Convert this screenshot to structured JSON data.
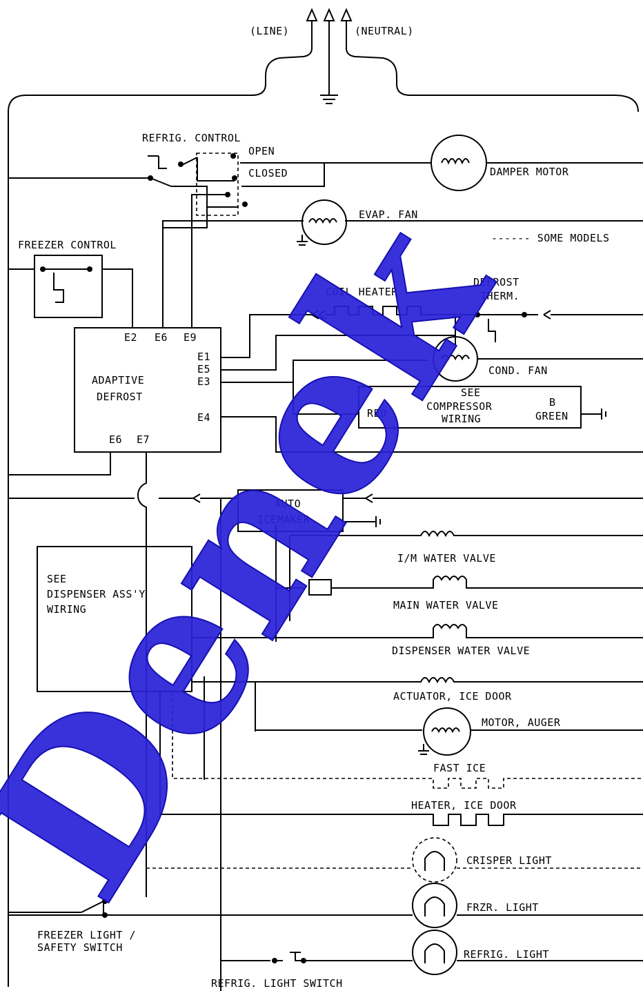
{
  "labels": {
    "line": "(LINE)",
    "neutral": "(NEUTRAL)",
    "refrig_control": "REFRIG. CONTROL",
    "open": "OPEN",
    "closed": "CLOSED",
    "damper_motor": "DAMPER MOTOR",
    "evap_fan": "EVAP. FAN",
    "some_models": "------ SOME MODELS",
    "freezer_control": "FREEZER CONTROL",
    "coil_heater": "COIL HEATER",
    "defrost_therm_1": "DEFROST",
    "defrost_therm_2": "THERM.",
    "adaptive_1": "ADAPTIVE",
    "adaptive_2": "DEFROST",
    "e2": "E2",
    "e6_top": "E6",
    "e9": "E9",
    "e1": "E1",
    "e5": "E5",
    "e3": "E3",
    "e4": "E4",
    "e6_bot": "E6",
    "e7": "E7",
    "cond_fan": "COND. FAN",
    "see": "SEE",
    "compressor": "COMPRESSOR",
    "wiring": "WIRING",
    "red": "RED",
    "b": "B",
    "green": "GREEN",
    "auto_1": "AUTO",
    "auto_2": "ICEMAKER",
    "dispenser_1": "SEE",
    "dispenser_2": "DISPENSER ASS'Y",
    "dispenser_3": "WIRING",
    "im_water_valve": "I/M WATER VALVE",
    "main_water_valve": "MAIN WATER VALVE",
    "dispenser_water_valve": "DISPENSER WATER VALVE",
    "actuator_ice_door": "ACTUATOR, ICE DOOR",
    "motor_auger": "MOTOR, AUGER",
    "fast_ice": "FAST ICE",
    "heater_ice_door": "HEATER, ICE DOOR",
    "crisper_light": "CRISPER LIGHT",
    "frzr_light": "FRZR. LIGHT",
    "refrig_light": "REFRIG. LIGHT",
    "freezer_switch_1": "FREEZER LIGHT /",
    "freezer_switch_2": "SAFETY SWITCH",
    "refrig_light_switch": "REFRIG. LIGHT SWITCH"
  },
  "watermark": "Denek",
  "colors": {
    "wire": "#000000",
    "watermark": "#2a22d8"
  }
}
